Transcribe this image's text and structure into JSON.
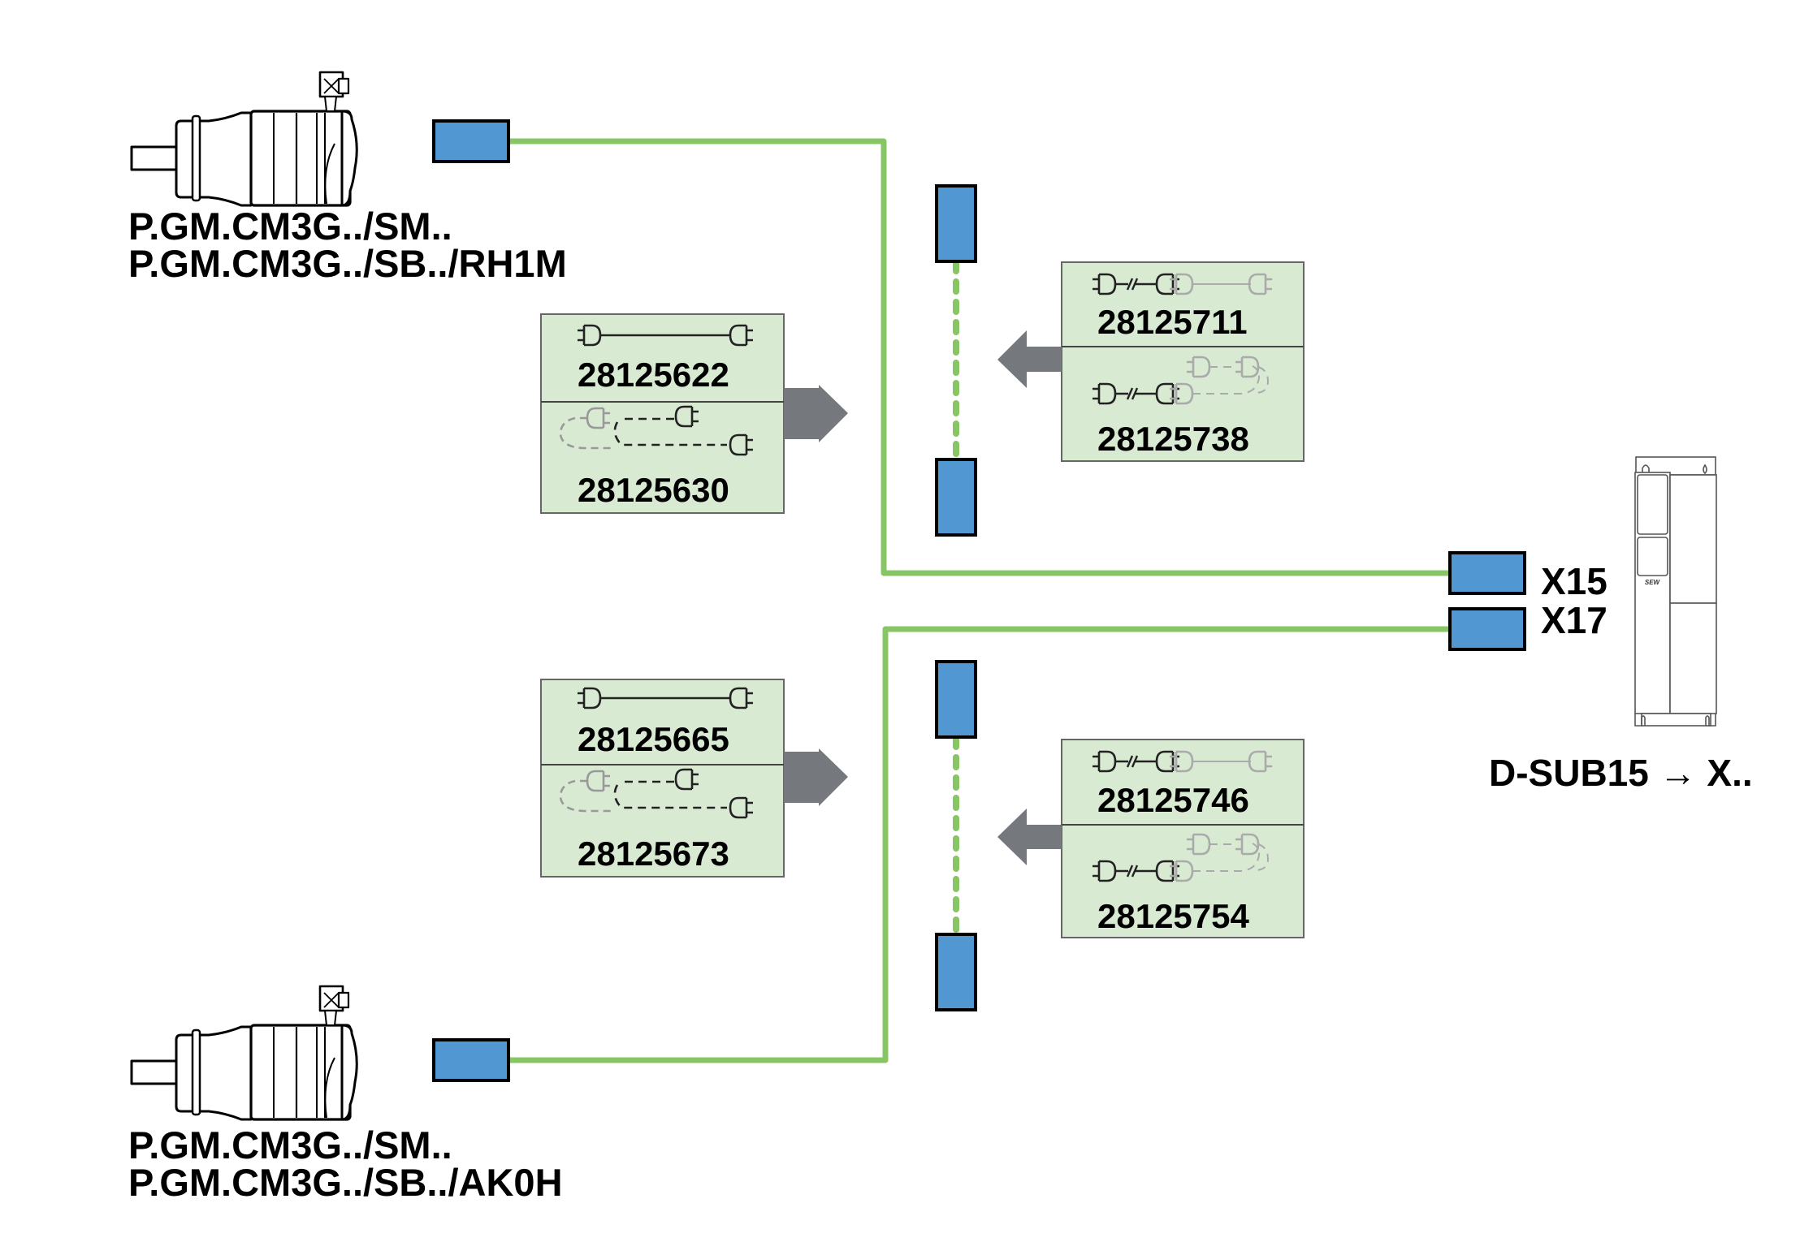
{
  "colors": {
    "cable": "#88c665",
    "connector_fill": "#5198d2",
    "connector_stroke": "#000000",
    "box_fill": "#d9ead3",
    "box_stroke": "#666666",
    "arrow": "#75787c",
    "ghost_icon": "#9a9a9a"
  },
  "motors": [
    {
      "id": "motor-top",
      "label_lines": [
        "P.GM.CM3G../SM..",
        "P.GM.CM3G../SB../RH1M"
      ]
    },
    {
      "id": "motor-bottom",
      "label_lines": [
        "P.GM.CM3G../SM..",
        "P.GM.CM3G../SB../AK0H"
      ]
    }
  ],
  "inverter": {
    "brand_mark": "SEW",
    "ports": [
      {
        "label": "X15"
      },
      {
        "label": "X17"
      }
    ],
    "connector_note": "D-SUB15 → X.."
  },
  "cable_groups": [
    {
      "id": "top",
      "motor_side": {
        "parts": [
          {
            "number": "28125622",
            "icon": "straight-cable-icon"
          },
          {
            "number": "28125630",
            "icon": "drag-chain-cable-icon"
          }
        ]
      },
      "extension_side": {
        "parts": [
          {
            "number": "28125711",
            "icon": "extension-cable-icon"
          },
          {
            "number": "28125738",
            "icon": "extension-drag-chain-cable-icon"
          }
        ]
      }
    },
    {
      "id": "bottom",
      "motor_side": {
        "parts": [
          {
            "number": "28125665",
            "icon": "straight-cable-icon"
          },
          {
            "number": "28125673",
            "icon": "drag-chain-cable-icon"
          }
        ]
      },
      "extension_side": {
        "parts": [
          {
            "number": "28125746",
            "icon": "extension-cable-icon"
          },
          {
            "number": "28125754",
            "icon": "extension-drag-chain-cable-icon"
          }
        ]
      }
    }
  ]
}
